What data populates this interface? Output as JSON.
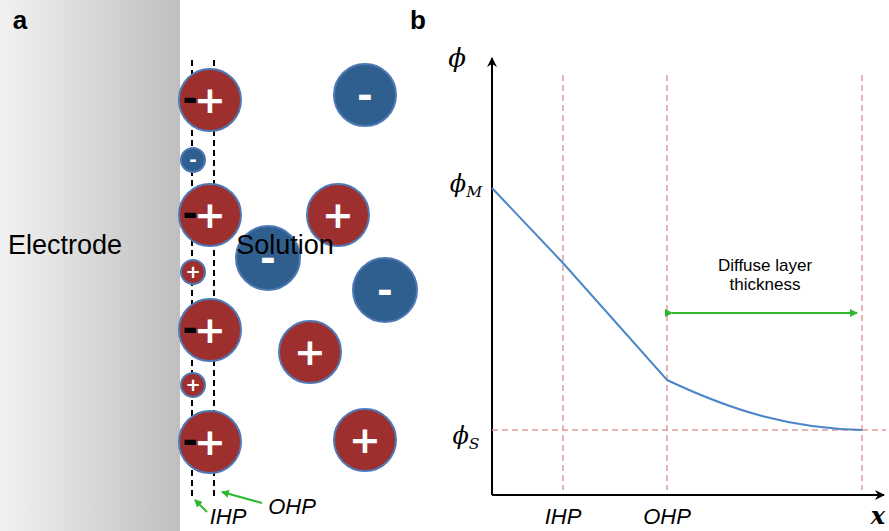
{
  "diagram": {
    "nodes": [
      {
        "text": [
          "+"
        ]
      },
      {
        "text": [
          "-"
        ]
      },
      {
        "text": [
          "-"
        ]
      },
      {
        "text": [
          "+"
        ]
      },
      {
        "text": [
          "+"
        ]
      },
      {
        "text": [
          "-"
        ]
      },
      {
        "text": [
          "+"
        ]
      },
      {
        "text": [
          "-"
        ]
      },
      {
        "text": [
          "+"
        ]
      },
      {
        "text": [
          "+"
        ]
      },
      {
        "text": [
          "+"
        ]
      },
      {
        "text": [
          "+"
        ]
      },
      {
        "text": [
          "+"
        ]
      }
    ],
    "labels": [
      "a",
      "b",
      "Electrode",
      "Solution",
      "-",
      "-",
      "-",
      "-",
      "OHP",
      "IHP",
      "ϕ",
      "ϕM",
      "ϕS",
      "Diffuse layer thickness",
      "IHP",
      "OHP",
      "x"
    ]
  }
}
